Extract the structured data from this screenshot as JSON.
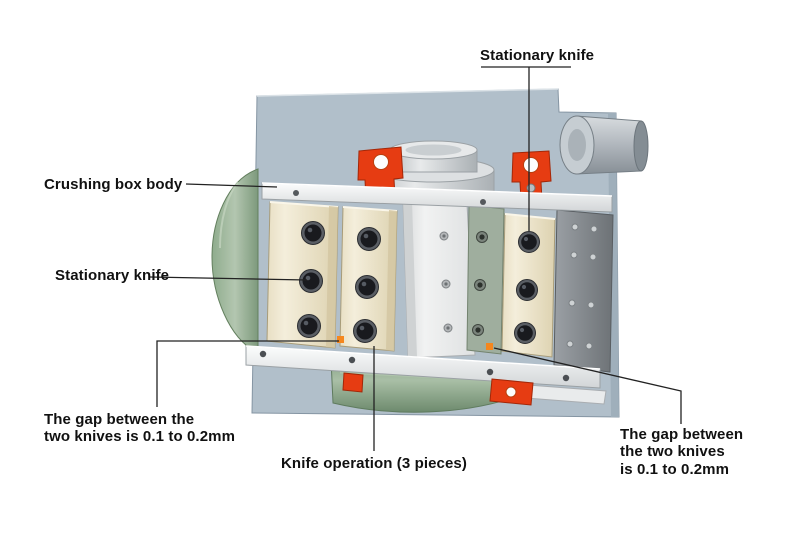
{
  "page": {
    "background": "#ffffff"
  },
  "diagram": {
    "type": "technical-annotation",
    "subject": "crushing-box-knife-assembly",
    "labels": {
      "stationary_knife_top": "Stationary knife",
      "crushing_box_body": "Crushing box body",
      "stationary_knife_left": "Stationary knife",
      "gap_left": "The gap between the\ntwo knives is 0.1 to 0.2mm",
      "knife_operation": "Knife operation (3 pieces)",
      "gap_right": "The gap between\nthe two knives\nis 0.1 to 0.2mm"
    },
    "colors": {
      "box_panel_blue_gray": "#b1bfca",
      "roller_green": "#9ab49a",
      "bracket_red": "#e63c12",
      "stationary_knife_cream": "#ece4cc",
      "moving_knife_white": "#eceded",
      "side_plate_gray": "#85898e",
      "gap_marker_orange": "#f5871e",
      "callout_line": "#222222",
      "label_text": "#111111"
    }
  }
}
